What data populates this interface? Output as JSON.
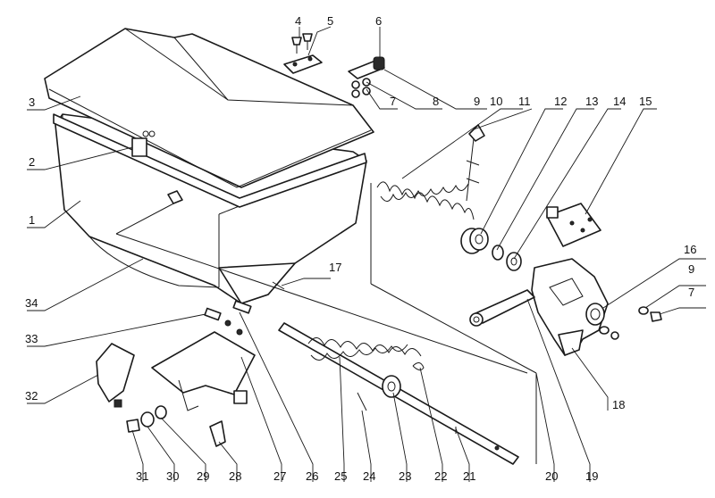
{
  "figure": {
    "callouts": [
      {
        "id": "1",
        "label": "1"
      },
      {
        "id": "2",
        "label": "2"
      },
      {
        "id": "3",
        "label": "3"
      },
      {
        "id": "4",
        "label": "4"
      },
      {
        "id": "5",
        "label": "5"
      },
      {
        "id": "6",
        "label": "6"
      },
      {
        "id": "7a",
        "label": "7"
      },
      {
        "id": "8",
        "label": "8"
      },
      {
        "id": "9a",
        "label": "9"
      },
      {
        "id": "10",
        "label": "10"
      },
      {
        "id": "11",
        "label": "11"
      },
      {
        "id": "12",
        "label": "12"
      },
      {
        "id": "13",
        "label": "13"
      },
      {
        "id": "14",
        "label": "14"
      },
      {
        "id": "15",
        "label": "15"
      },
      {
        "id": "16",
        "label": "16"
      },
      {
        "id": "9b",
        "label": "9"
      },
      {
        "id": "7b",
        "label": "7"
      },
      {
        "id": "17",
        "label": "17"
      },
      {
        "id": "18",
        "label": "18"
      },
      {
        "id": "19",
        "label": "19"
      },
      {
        "id": "20",
        "label": "20"
      },
      {
        "id": "21",
        "label": "21"
      },
      {
        "id": "22",
        "label": "22"
      },
      {
        "id": "23",
        "label": "23"
      },
      {
        "id": "24",
        "label": "24"
      },
      {
        "id": "25",
        "label": "25"
      },
      {
        "id": "26",
        "label": "26"
      },
      {
        "id": "27",
        "label": "27"
      },
      {
        "id": "28",
        "label": "28"
      },
      {
        "id": "29",
        "label": "29"
      },
      {
        "id": "30",
        "label": "30"
      },
      {
        "id": "31",
        "label": "31"
      },
      {
        "id": "32",
        "label": "32"
      },
      {
        "id": "33",
        "label": "33"
      },
      {
        "id": "34",
        "label": "34"
      }
    ]
  }
}
